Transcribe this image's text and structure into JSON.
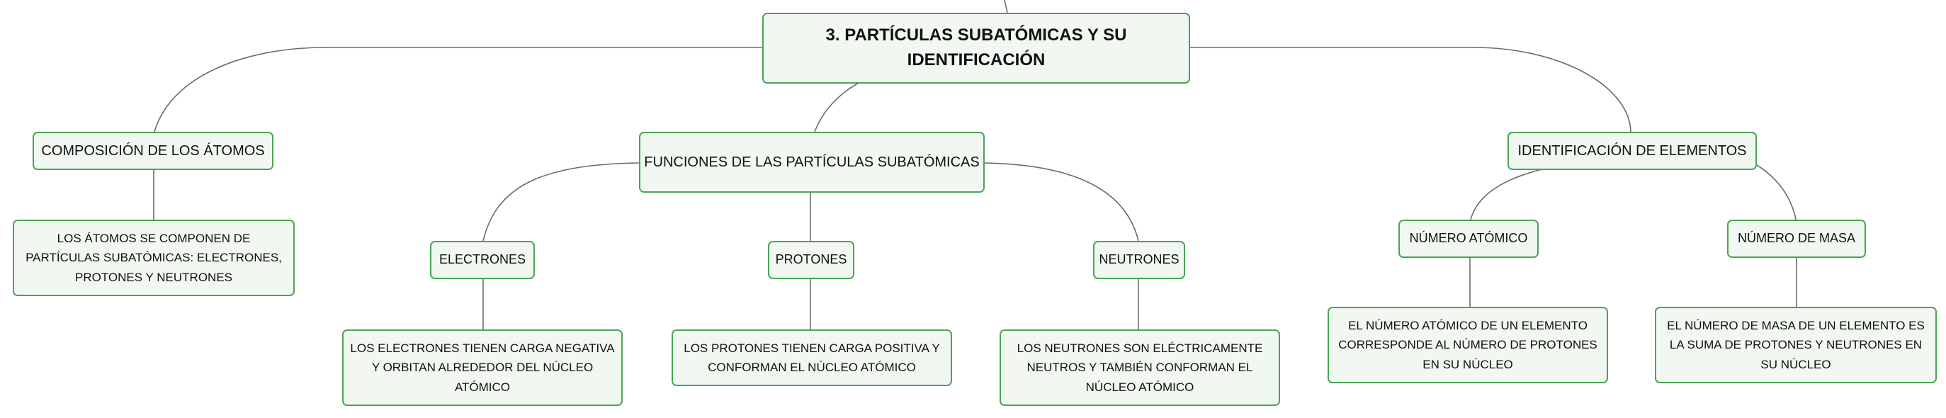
{
  "root": {
    "title": "3. PARTÍCULAS SUBATÓMICAS Y SU IDENTIFICACIÓN"
  },
  "composicion": {
    "label": "COMPOSICIÓN DE LOS ÁTOMOS",
    "detail": "LOS ÁTOMOS SE COMPONEN DE PARTÍCULAS SUBATÓMICAS: ELECTRONES, PROTONES Y NEUTRONES"
  },
  "funciones": {
    "label": "FUNCIONES DE LAS PARTÍCULAS SUBATÓMICAS",
    "electrones": {
      "label": "ELECTRONES",
      "detail": "LOS ELECTRONES TIENEN CARGA NEGATIVA Y ORBITAN ALREDEDOR DEL NÚCLEO ATÓMICO"
    },
    "protones": {
      "label": "PROTONES",
      "detail": "LOS PROTONES TIENEN CARGA POSITIVA Y CONFORMAN EL NÚCLEO ATÓMICO"
    },
    "neutrones": {
      "label": "NEUTRONES",
      "detail": "LOS NEUTRONES SON ELÉCTRICAMENTE NEUTROS Y TAMBIÉN CONFORMAN EL NÚCLEO ATÓMICO"
    }
  },
  "identificacion": {
    "label": "IDENTIFICACIÓN DE ELEMENTOS",
    "numero_atomico": {
      "label": "NÚMERO ATÓMICO",
      "detail": "EL NÚMERO ATÓMICO DE UN ELEMENTO CORRESPONDE AL NÚMERO DE PROTONES EN SU NÚCLEO"
    },
    "numero_masa": {
      "label": "NÚMERO DE MASA",
      "detail": "EL NÚMERO DE MASA DE UN ELEMENTO ES LA SUMA DE PROTONES Y NEUTRONES EN SU NÚCLEO"
    }
  },
  "colors": {
    "node_fill": "#f1f8f2",
    "node_border": "#4aa554",
    "connector": "#6b6b6b"
  }
}
